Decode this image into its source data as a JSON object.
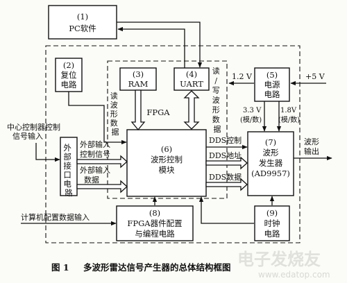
{
  "blocks": {
    "pc": {
      "num": "(1)",
      "label": "PC软件"
    },
    "reset": {
      "num": "(2)",
      "line1": "复位",
      "line2": "电路"
    },
    "ram": {
      "num": "(3)",
      "label": "RAM"
    },
    "uart": {
      "num": "(4)",
      "label": "UART"
    },
    "power": {
      "num": "(5)",
      "line1": "电源",
      "line2": "电路"
    },
    "wave_ctrl": {
      "num": "(6)",
      "line1": "波形控制",
      "line2": "模块"
    },
    "wave_gen": {
      "num": "(7)",
      "line1": "波形",
      "line2": "发生器",
      "line3": "(AD9957)"
    },
    "fpga_cfg": {
      "num": "(8)",
      "line1": "FPGA器件配置",
      "line2": "与编程电路"
    },
    "clock": {
      "num": "(9)",
      "line1": "时钟",
      "line2": "电路"
    },
    "ext_iface": {
      "label": "外部接口电路"
    }
  },
  "labels": {
    "fpga": "FPGA",
    "read_wave": "读波形数据",
    "rw_wave": "读/写波形数据",
    "v12": "1.2 V",
    "v5": "+5 V",
    "v33": "3.3 V",
    "v33_sub": "(模/数)",
    "v18": "1.8V",
    "v18_sub": "(模/数)",
    "center_ctrl_1": "中心控制器控制",
    "center_ctrl_2": "信号输入",
    "ext_ctrl_1": "外部输入",
    "ext_ctrl_2": "控制信号",
    "ext_data_1": "外部输入",
    "ext_data_2": "数据",
    "dds_ctrl": "DDS控制",
    "dds_addr": "DDS地址",
    "dds_data": "DDS数据",
    "wave_out_1": "波形",
    "wave_out_2": "输出",
    "pc_cfg_input": "计算机配置数据输入"
  },
  "caption": {
    "fig": "图 1",
    "text": "多波形雷达信号产生器的总体结构框图"
  },
  "watermark": {
    "main": "电子发烧友",
    "url": "www.edatop.com"
  }
}
